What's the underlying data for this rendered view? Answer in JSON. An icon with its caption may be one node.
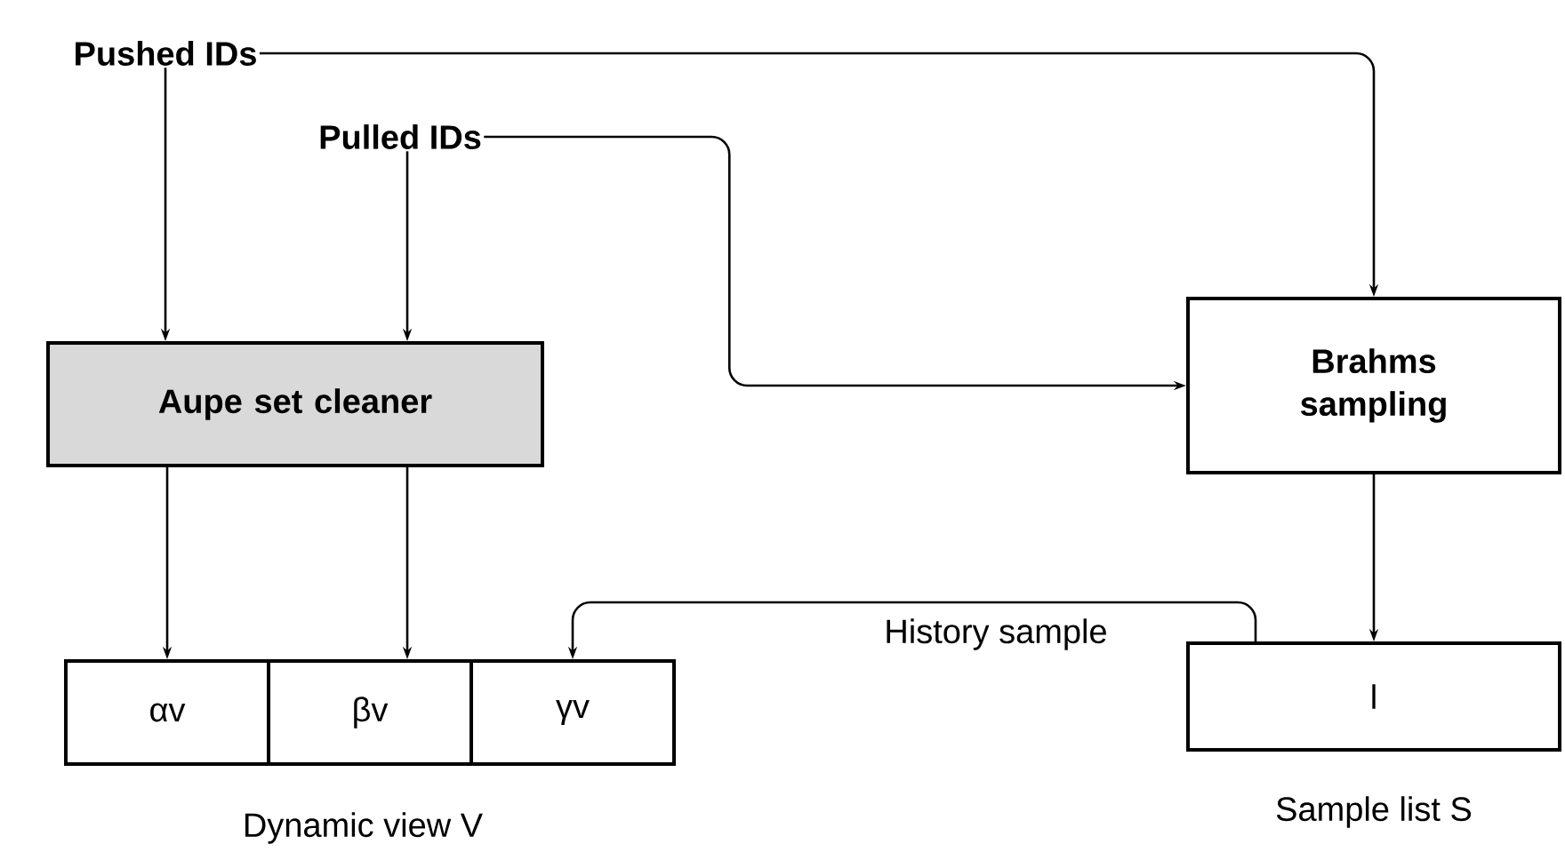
{
  "diagram": {
    "nodes": [
      {
        "text": [
          "Pushed IDs"
        ]
      },
      {
        "text": [
          "Pulled IDs"
        ]
      },
      {
        "text": [
          "Aupe set cleaner"
        ]
      },
      {
        "text": [
          "Brahms sampling"
        ]
      },
      {
        "text": [
          "αv"
        ]
      },
      {
        "text": [
          "βv"
        ]
      },
      {
        "text": [
          "γv"
        ]
      },
      {
        "text": [
          "l"
        ],
        "beside": [
          "Sample list S"
        ]
      }
    ],
    "edges": [
      {
        "from": 0,
        "to": 2,
        "arrow": "to"
      },
      {
        "from": 0,
        "to": 3,
        "arrow": "to"
      },
      {
        "from": 1,
        "to": 2,
        "arrow": "to"
      },
      {
        "from": 1,
        "to": 3,
        "arrow": "to"
      },
      {
        "from": 2,
        "to": 4,
        "arrow": "to"
      },
      {
        "from": 2,
        "to": 5,
        "arrow": "to"
      },
      {
        "from": 3,
        "to": 7,
        "arrow": "to"
      },
      {
        "from": 7,
        "to": 6,
        "arrow": "to",
        "label": "History sample"
      }
    ],
    "labels": [
      "Dynamic view V"
    ]
  }
}
